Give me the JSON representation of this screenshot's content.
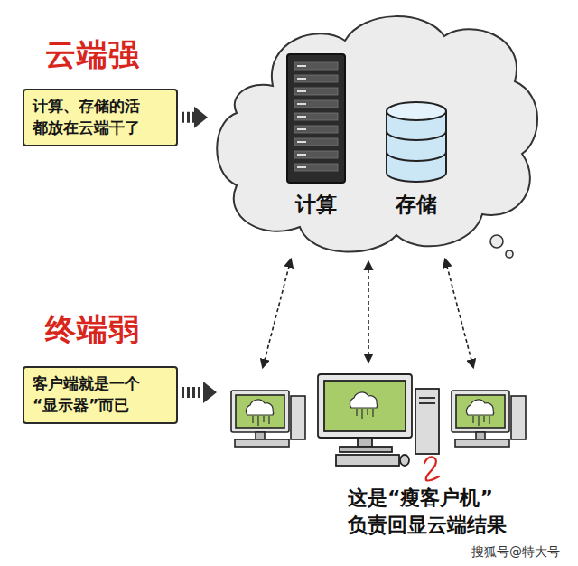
{
  "diagram": {
    "nodes": [
      {
        "text": [
          "计算、存储的活 都放在云端干了"
        ]
      },
      {
        "text": [
          "计算",
          "存储"
        ]
      },
      {
        "text": [
          "客户端就是一个 “显示器”而已"
        ]
      }
    ],
    "edges": [
      {
        "from": 0,
        "to": 1,
        "arrow": "to"
      }
    ],
    "labels": [
      "云端强",
      "终端弱",
      "这是“瘦客户机” 负责回显云端结果",
      "搜狐号@特大号"
    ]
  }
}
